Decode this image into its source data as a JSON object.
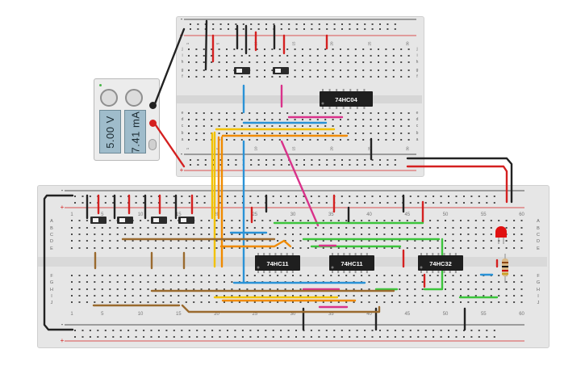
{
  "power_supply": {
    "voltage_reading": "5.00 V",
    "current_reading": "7.41 mA"
  },
  "chips": [
    {
      "label": "74HC04"
    },
    {
      "label": "74HC11"
    },
    {
      "label": "74HC11"
    },
    {
      "label": "74HC32"
    }
  ],
  "top_board": {
    "column_numbers": [
      "1",
      "5",
      "10",
      "15",
      "20",
      "25",
      "30"
    ],
    "row_letters_upper": [
      "j",
      "i",
      "h",
      "g",
      "f"
    ],
    "row_letters_lower": [
      "e",
      "d",
      "c",
      "b",
      "a"
    ]
  },
  "bottom_board": {
    "column_numbers": [
      "1",
      "5",
      "10",
      "15",
      "20",
      "25",
      "30",
      "35",
      "40",
      "45",
      "50",
      "55",
      "60"
    ],
    "row_letters_upper": [
      "A",
      "B",
      "C",
      "D",
      "E"
    ],
    "row_letters_lower": [
      "F",
      "G",
      "H",
      "I",
      "J"
    ]
  },
  "colors": {
    "wire_black": "#222222",
    "wire_red": "#d42020",
    "wire_blue": "#2a92d6",
    "wire_yellow": "#f2c200",
    "wire_orange": "#f08a00",
    "wire_green": "#3cc43c",
    "wire_brown": "#9a6a2e",
    "wire_magenta": "#d9328a",
    "chip_body": "#1f1f1f",
    "led": "#e01010"
  }
}
